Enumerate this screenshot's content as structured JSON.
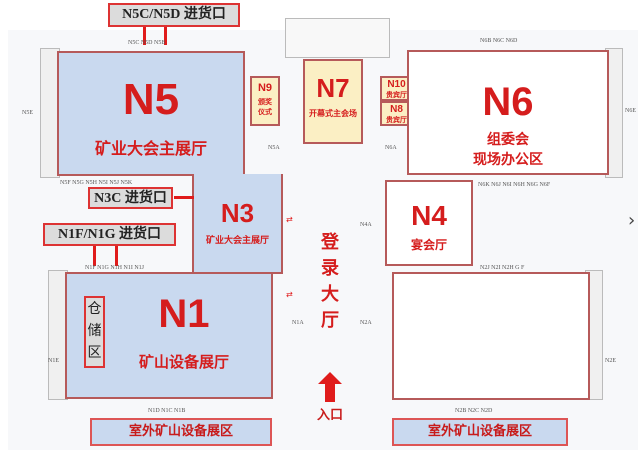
{
  "halls": {
    "n5": {
      "code": "N5",
      "name": "矿业大会主展厅"
    },
    "n3": {
      "code": "N3",
      "name": "矿业大会主展厅"
    },
    "n1": {
      "code": "N1",
      "name": "矿山设备展厅"
    },
    "n9": {
      "code": "N9",
      "name_line1": "颁奖",
      "name_line2": "仪式"
    },
    "n7": {
      "code": "N7",
      "name": "开幕式主会场"
    },
    "n10": {
      "code": "N10",
      "name": "贵宾厅"
    },
    "n8": {
      "code": "N8",
      "name": "贵宾厅"
    },
    "n6": {
      "code": "N6",
      "name_line1": "组委会",
      "name_line2": "现场办公区"
    },
    "n4": {
      "code": "N4",
      "name": "宴会厅"
    }
  },
  "loading_docks": {
    "n5": "N5C/N5D 进货口",
    "n3": "N3C 进货口",
    "n1": "N1F/N1G 进货口"
  },
  "storage": [
    "仓",
    "储",
    "区"
  ],
  "lobby": [
    "登",
    "录",
    "大",
    "厅"
  ],
  "entrance": "入口",
  "outdoor": {
    "left": "室外矿山设备展区",
    "right": "室外矿山设备展区"
  },
  "gates": {
    "n5_top": "N5C  N5D  N5B",
    "n5e": "N5E",
    "n5a": "N5A",
    "n5_bottom": "N5F  N5G  N5H  N5I  N5J  N5K",
    "n6_top": "N6B  N6C  N6D",
    "n6a": "N6A",
    "n6e": "N6E",
    "n6_bottom": "N6K  N6J  N6I  N6H  N6G  N6F",
    "n4a": "N4A",
    "n1_top": "N1F  N1G  N1H  N1I  N1J",
    "n1e": "N1E",
    "n1a": "N1A",
    "n1_bottom": "N1D  N1C  N1B",
    "n2a": "N2A",
    "n2_top": "N2J  N2I  N2H  G  F",
    "n2e": "N2E",
    "n2_bottom": "N2B  N2C  N2D"
  },
  "colors": {
    "accent": "#d51d1d",
    "hall_blue": "#c9d9ef",
    "hall_yellow": "#fbefc4"
  }
}
